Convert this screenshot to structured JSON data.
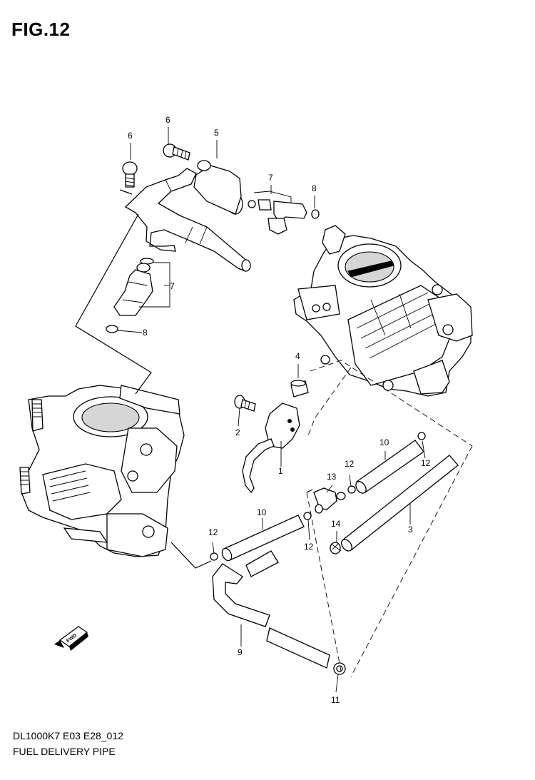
{
  "figure": {
    "title": "FIG.12",
    "drawing_code": "DL1000K7 E03 E28_012",
    "caption": "FUEL DELIVERY PIPE"
  },
  "direction_badge": "FWD",
  "callouts": {
    "c1": "1",
    "c2": "2",
    "c3": "3",
    "c4": "4",
    "c5": "5",
    "c6a": "6",
    "c6b": "6",
    "c7a": "7",
    "c7b": "7",
    "c8a": "8",
    "c8b": "8",
    "c9": "9",
    "c10a": "10",
    "c10b": "10",
    "c11": "11",
    "c12a": "12",
    "c12b": "12",
    "c12c": "12",
    "c12d": "12",
    "c13": "13",
    "c14": "14"
  }
}
